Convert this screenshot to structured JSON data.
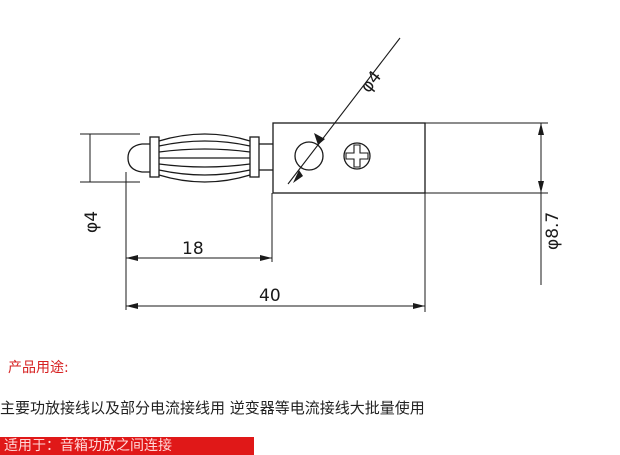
{
  "drawing": {
    "dim_diameter_hole": "φ4",
    "dim_diameter_plug": "φ4",
    "dim_plug_length": "18",
    "dim_total_length": "40",
    "dim_body_diameter": "φ8.7"
  },
  "info": {
    "section_title": "产品用途:",
    "description": "主要功放接线以及部分电流接线用 逆变器等电流接线大批量使用",
    "banner_text": "适用于：音箱功放之间连接"
  }
}
